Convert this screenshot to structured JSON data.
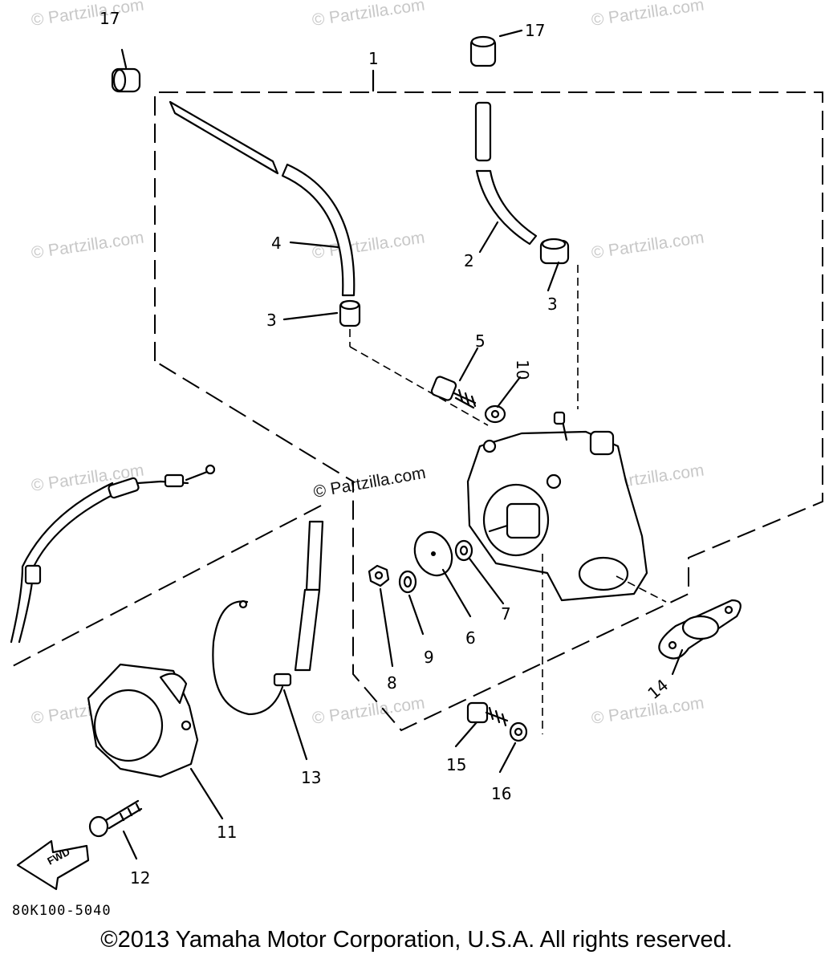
{
  "diagram": {
    "callouts": {
      "c1": "1",
      "c2": "2",
      "c3a": "3",
      "c3b": "3",
      "c4": "4",
      "c5": "5",
      "c6": "6",
      "c7": "7",
      "c8": "8",
      "c9": "9",
      "c10": "10",
      "c11": "11",
      "c12": "12",
      "c13": "13",
      "c14": "14",
      "c15": "15",
      "c16": "16",
      "c17a": "17",
      "c17b": "17"
    },
    "fwd_label": "FWD",
    "watermark": "© Partzilla.com",
    "center_watermark": "© Partzilla.com",
    "diagram_code": "80K100-5040",
    "copyright": "©2013 Yamaha Motor Corporation, U.S.A. All rights reserved."
  }
}
